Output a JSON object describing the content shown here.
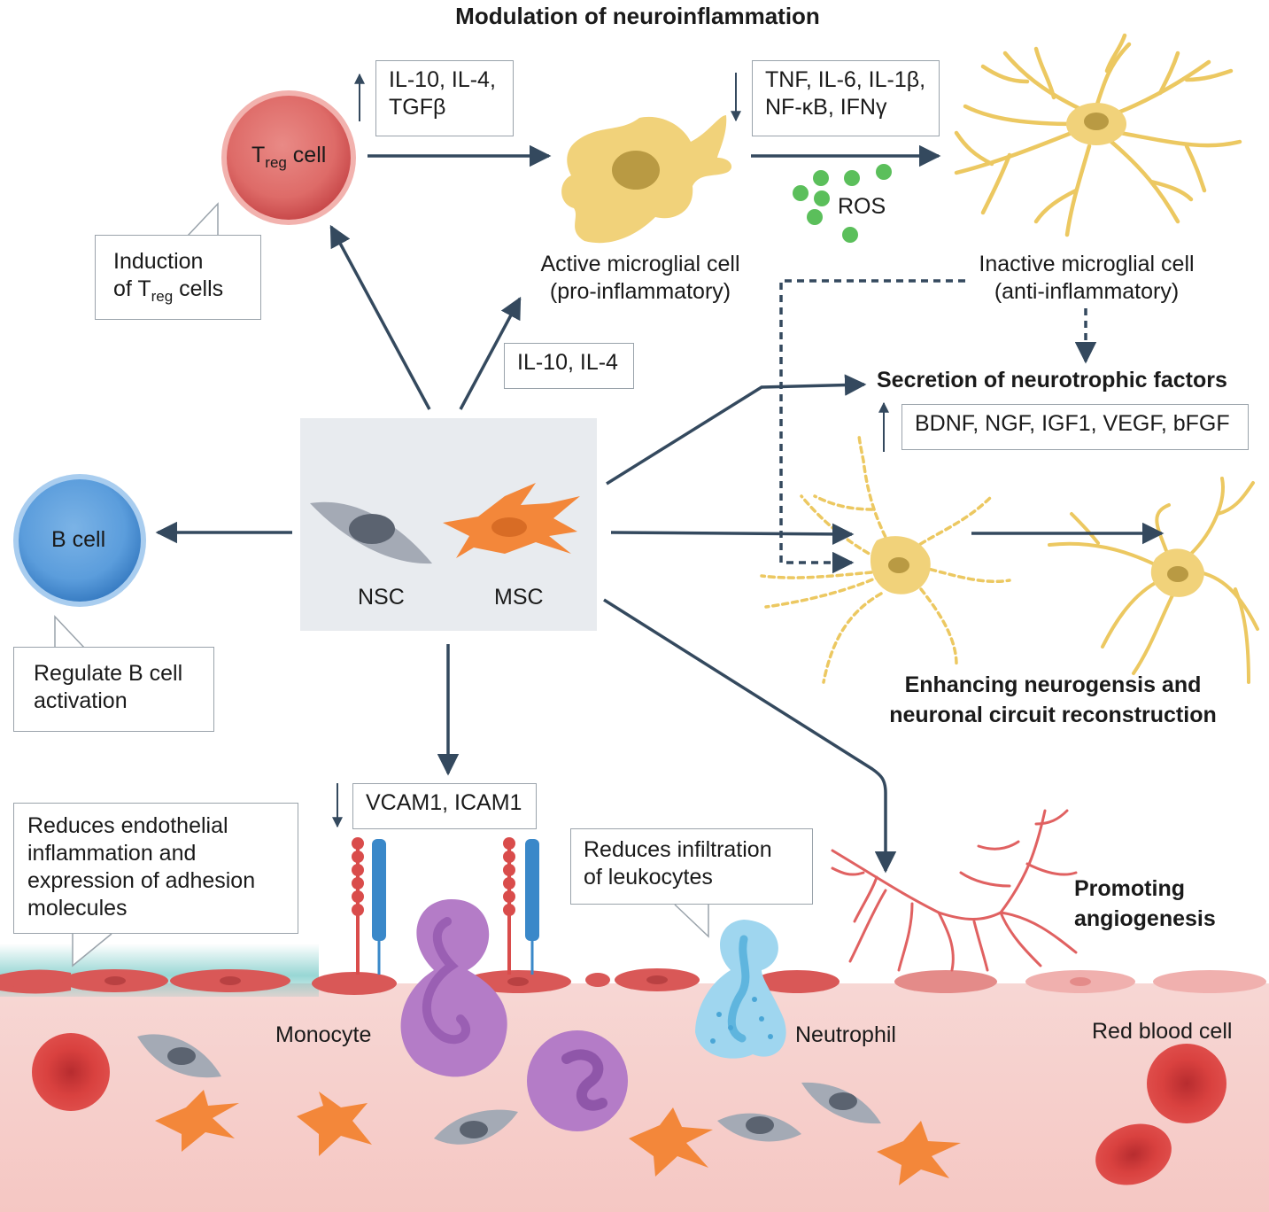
{
  "title": "Modulation of neuroinflammation",
  "treg_cell": {
    "t": "T",
    "sub": "reg",
    "rest": " cell"
  },
  "b_cell": "B cell",
  "cytokines_up": {
    "line1": "IL-10, IL-4,",
    "line2": "TGFβ"
  },
  "cytokines_down": {
    "line1": "TNF, IL-6, IL-1β,",
    "line2": "NF-κB, IFNγ"
  },
  "ros": "ROS",
  "active_microglia": {
    "line1": "Active microglial cell",
    "line2": "(pro-inflammatory)"
  },
  "inactive_microglia": {
    "line1": "Inactive microglial cell",
    "line2": "(anti-inflammatory)"
  },
  "induction_callout": {
    "line1": "Induction",
    "line2_pre": "of T",
    "line2_sub": "reg",
    "line2_post": " cells"
  },
  "il_box": "IL-10, IL-4",
  "secretion": "Secretion of neurotrophic factors",
  "neurotrophic_box": "BDNF, NGF, IGF1, VEGF, bFGF",
  "nsc": "NSC",
  "msc": "MSC",
  "bcell_callout": {
    "line1": "Regulate B cell",
    "line2": "activation"
  },
  "neurogenesis": {
    "line1": "Enhancing neurogensis and",
    "line2": "neuronal circuit reconstruction"
  },
  "adhesion_box": "VCAM1, ICAM1",
  "endothelial_callout": {
    "line1": "Reduces endothelial",
    "line2": "inflammation and",
    "line3": "expression of adhesion",
    "line4": "molecules"
  },
  "infiltration_callout": {
    "line1": "Reduces infiltration",
    "line2": "of leukocytes"
  },
  "angiogenesis": {
    "line1": "Promoting",
    "line2": "angiogenesis"
  },
  "monocyte": "Monocyte",
  "neutrophil": "Neutrophil",
  "red_blood_cell": "Red blood cell",
  "colors": {
    "arrow": "#34495e",
    "treg": "#e0585a",
    "bcell": "#3f8fd2",
    "microglia": "#f1d27a",
    "msc": "#f3873a",
    "nsc": "#a4aab5",
    "vessel": "#f4c5c5",
    "monocyte": "#b47cc7",
    "neutrophil": "#9fd6ef",
    "ros": "#5bbf5b"
  }
}
